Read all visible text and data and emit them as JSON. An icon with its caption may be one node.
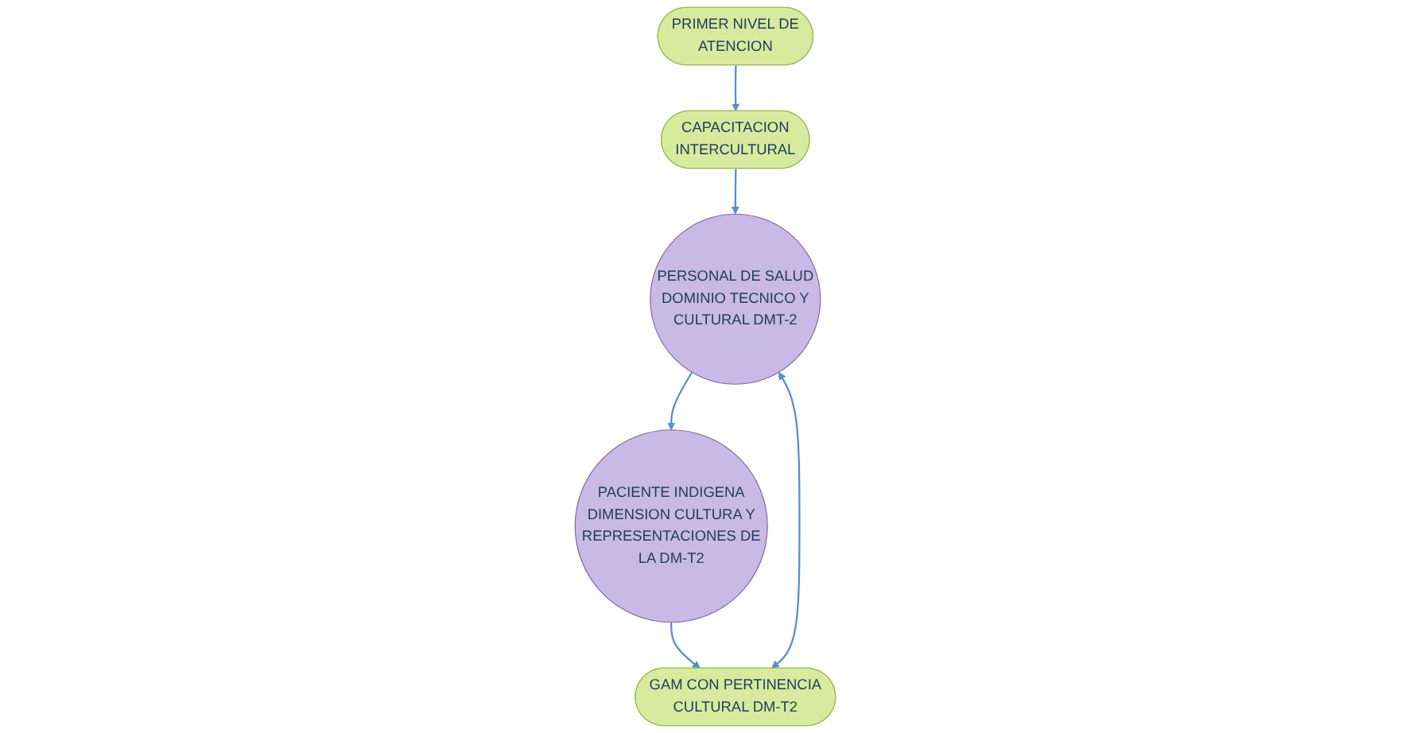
{
  "diagram": {
    "nodes": [
      {
        "text": [
          "PRIMER NIVEL DE ATENCION"
        ]
      },
      {
        "text": [
          "CAPACITACION INTERCULTURAL"
        ]
      },
      {
        "text": [
          "PACIENTE INDIGENA DIMENSION CULTURA Y REPRESENTACIONES DE LA DM-T2"
        ]
      },
      {
        "text": [
          "PERSONAL DE SALUD DOMINIO TECNICO Y CULTURAL DMT-2"
        ]
      },
      {
        "text": [
          "GAM CON PERTINENCIA CULTURAL DM-T2"
        ]
      }
    ],
    "edges": [
      {
        "from": 0,
        "to": 1,
        "arrow": "to"
      },
      {
        "from": 1,
        "to": 3,
        "arrow": "to"
      },
      {
        "from": 3,
        "to": 2,
        "arrow": "to"
      },
      {
        "from": 2,
        "to": 4,
        "arrow": "to"
      },
      {
        "from": 4,
        "to": 3,
        "arrow": "both"
      }
    ]
  }
}
